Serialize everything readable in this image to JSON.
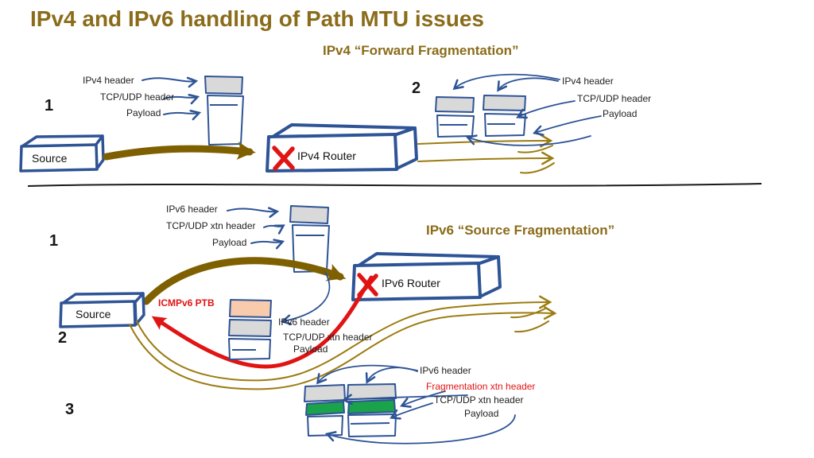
{
  "slide": {
    "title": "IPv4 and IPv6 handling of Path MTU issues",
    "accent_colors": {
      "gold_text": "#8a6c1a",
      "diagram_blue": "#2e5496",
      "thick_arrow_olive": "#7f6000",
      "thin_arrow_gold": "#9c7c10",
      "alert_red": "#e11414",
      "header_gray": "#d9d9d9",
      "icmp_salmon": "#f8cbad",
      "fragment_green": "#1aa34a"
    }
  },
  "ipv4": {
    "subtitle": "IPv4 “Forward Fragmentation”",
    "step1": "1",
    "step2": "2",
    "source": "Source",
    "router": "IPv4 Router",
    "labels_left": {
      "header": "IPv4 header",
      "transport": "TCP/UDP header",
      "payload": "Payload"
    },
    "labels_right": {
      "header": "IPv4 header",
      "transport": "TCP/UDP header",
      "payload": "Payload"
    }
  },
  "ipv6": {
    "subtitle": "IPv6 “Source Fragmentation”",
    "step1": "1",
    "step2": "2",
    "step3": "3",
    "source": "Source",
    "router": "IPv6 Router",
    "icmp_message": "ICMPv6 PTB",
    "labels_step1": {
      "header": "IPv6 header",
      "transport": "TCP/UDP xtn header",
      "payload": "Payload"
    },
    "labels_icmp": {
      "header": "IPv6 header",
      "transport": "TCP/UDP xtn header",
      "payload": "Payload"
    },
    "labels_step3": {
      "header": "IPv6 header",
      "fragmentation": "Fragmentation xtn header",
      "transport": "TCP/UDP xtn header",
      "payload": "Payload"
    }
  }
}
